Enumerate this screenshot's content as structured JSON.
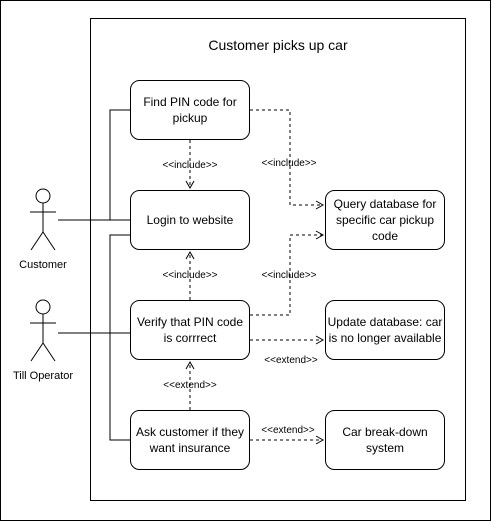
{
  "system": {
    "title": "Customer picks up car"
  },
  "actors": {
    "customer": {
      "label": "Customer"
    },
    "till_operator": {
      "label": "Till Operator"
    }
  },
  "use_cases": {
    "find_pin": {
      "line1": "Find PIN code for",
      "line2": "pickup"
    },
    "login": {
      "line1": "Login to website"
    },
    "verify_pin": {
      "line1": "Verify that PIN code",
      "line2": "is corrrect"
    },
    "ask_insurance": {
      "line1": "Ask customer if they",
      "line2": "want insurance"
    },
    "query_db": {
      "line1": "Query database for",
      "line2": "specific car pickup",
      "line3": "code"
    },
    "update_db": {
      "line1": "Update database: car",
      "line2": "is no longer available"
    },
    "breakdown": {
      "line1": "Car break-down",
      "line2": "system"
    }
  },
  "relations": {
    "find_to_login": "<<include>>",
    "find_to_query": "<<include>>",
    "verify_to_login": "<<include>>",
    "verify_to_query": "<<include>>",
    "verify_to_update": "<<extend>>",
    "ask_to_verify": "<<extend>>",
    "ask_to_breakdown": "<<extend>>"
  }
}
